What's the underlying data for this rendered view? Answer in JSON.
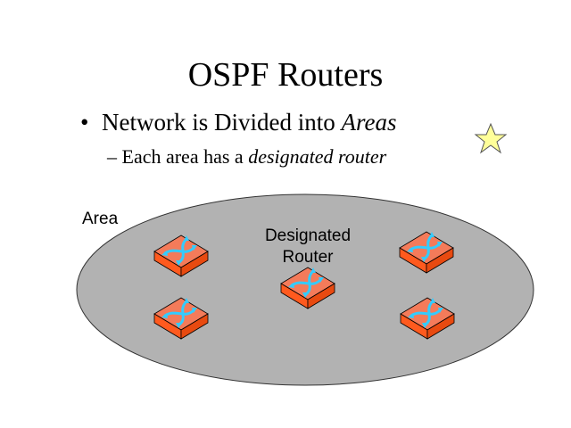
{
  "slide": {
    "title": "OSPF Routers",
    "bullet1": {
      "marker": "•",
      "text": "Network is Divided into ",
      "emphasis": "Areas"
    },
    "bullet2": {
      "marker": "–",
      "text": "Each area has a ",
      "emphasis": "designated router"
    }
  },
  "diagram": {
    "area_label": "Area",
    "designated_label_line1": "Designated",
    "designated_label_line2": "Router",
    "routers": [
      {
        "role": "router"
      },
      {
        "role": "router"
      },
      {
        "role": "designated-router"
      },
      {
        "role": "router"
      },
      {
        "role": "router"
      }
    ],
    "colors": {
      "area_fill": "#b2b2b2",
      "router_top": "#f47b5a",
      "router_side": "#ff5a1e",
      "arrow": "#33ccff",
      "star": "#ffff99"
    },
    "decorations": {
      "star_icon": "star-icon"
    }
  }
}
